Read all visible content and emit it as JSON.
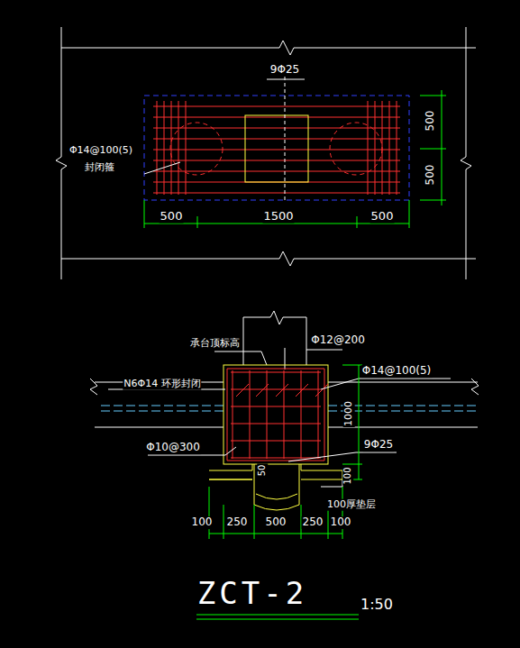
{
  "diagram": {
    "title": "ZCT-2",
    "labels": [
      "9Φ25",
      "Φ14@100(5)",
      "封闭箍",
      "500",
      "500",
      "500",
      "1500",
      "500",
      "Φ12@200",
      "承台顶标高",
      "Φ14@100(5)",
      "N6Φ14 环形封闭",
      "1000",
      "Φ10@300",
      "9Φ25",
      "50",
      "100",
      "100厚垫层",
      "100",
      "250",
      "500",
      "250",
      "100",
      "1:50"
    ]
  }
}
